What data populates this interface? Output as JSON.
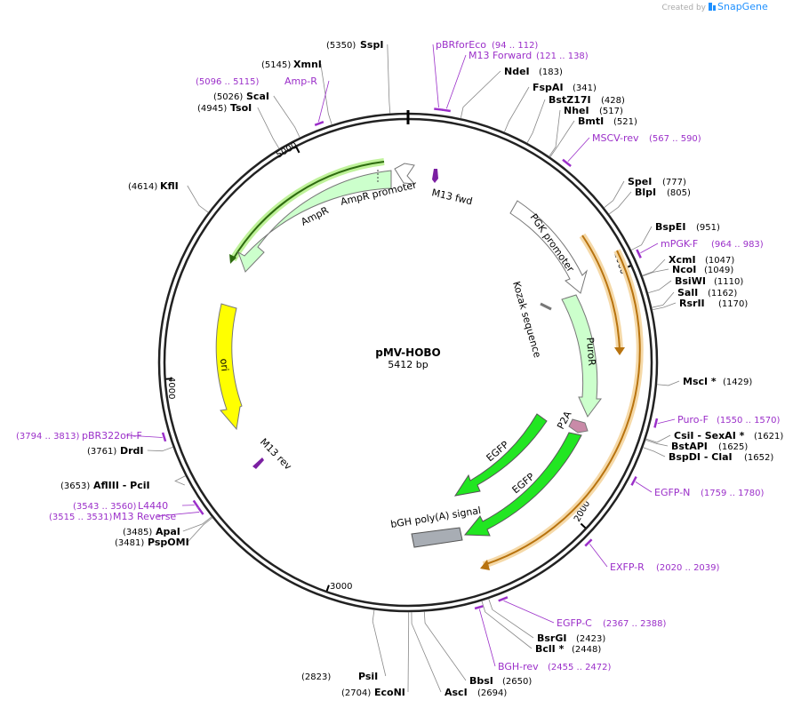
{
  "header": {
    "credit_prefix": "Created by",
    "brand": "SnapGene"
  },
  "plasmid": {
    "name": "pMV-HOBO",
    "size_label": "5412 bp",
    "length": 5412
  },
  "ticks": [
    {
      "label": "1000",
      "pos": 1000
    },
    {
      "label": "2000",
      "pos": 2000
    },
    {
      "label": "3000",
      "pos": 3000
    },
    {
      "label": "4000",
      "pos": 4000
    },
    {
      "label": "5000",
      "pos": 5000
    }
  ],
  "sites": [
    {
      "name": "SspI",
      "pos": "(5350)",
      "p": 5350
    },
    {
      "name": "XmnI",
      "pos": "(5145)",
      "p": 5145
    },
    {
      "name": "ScaI",
      "pos": "(5026)",
      "p": 5026
    },
    {
      "name": "TsoI",
      "pos": "(4945)",
      "p": 4945
    },
    {
      "name": "KflI",
      "pos": "(4614)",
      "p": 4614
    },
    {
      "name": "DrdI",
      "pos": "(3761)",
      "p": 3761
    },
    {
      "name": "AflIII  - PciI",
      "pos": "(3653)",
      "p": 3653
    },
    {
      "name": "ApaI",
      "pos": "(3485)",
      "p": 3485
    },
    {
      "name": "PspOMI",
      "pos": "(3481)",
      "p": 3481
    },
    {
      "name": "PsiI",
      "pos": "(2823)",
      "p": 2823
    },
    {
      "name": "EcoNI",
      "pos": "(2704)",
      "p": 2704
    },
    {
      "name": "AscI",
      "pos": "(2694)",
      "p": 2694
    },
    {
      "name": "BbsI",
      "pos": "(2650)",
      "p": 2650
    },
    {
      "name": "BclI *",
      "pos": "(2448)",
      "p": 2448
    },
    {
      "name": "BsrGI",
      "pos": "(2423)",
      "p": 2423
    },
    {
      "name": "BspDI  - ClaI",
      "pos": "(1652)",
      "p": 1652
    },
    {
      "name": "BstAPI",
      "pos": "(1625)",
      "p": 1625
    },
    {
      "name": "CsiI  - SexAI *",
      "pos": "(1621)",
      "p": 1621
    },
    {
      "name": "MscI *",
      "pos": "(1429)",
      "p": 1429
    },
    {
      "name": "RsrII",
      "pos": "(1170)",
      "p": 1170
    },
    {
      "name": "SalI",
      "pos": "(1162)",
      "p": 1162
    },
    {
      "name": "BsiWI",
      "pos": "(1110)",
      "p": 1110
    },
    {
      "name": "NcoI",
      "pos": "(1049)",
      "p": 1049
    },
    {
      "name": "XcmI",
      "pos": "(1047)",
      "p": 1047
    },
    {
      "name": "BspEI",
      "pos": "(951)",
      "p": 951
    },
    {
      "name": "BlpI",
      "pos": "(805)",
      "p": 805
    },
    {
      "name": "SpeI",
      "pos": "(777)",
      "p": 777
    },
    {
      "name": "BmtI",
      "pos": "(521)",
      "p": 521
    },
    {
      "name": "NheI",
      "pos": "(517)",
      "p": 517
    },
    {
      "name": "BstZ17I",
      "pos": "(428)",
      "p": 428
    },
    {
      "name": "FspAI",
      "pos": "(341)",
      "p": 341
    },
    {
      "name": "NdeI",
      "pos": "(183)",
      "p": 183
    }
  ],
  "primers": [
    {
      "name": "pBRforEco",
      "range": "(94 .. 112)",
      "s": 94,
      "e": 112
    },
    {
      "name": "M13 Forward",
      "range": "(121 .. 138)",
      "s": 121,
      "e": 138
    },
    {
      "name": "Amp-R",
      "range": "(5096 .. 5115)",
      "s": 5096,
      "e": 5115
    },
    {
      "name": "MSCV-rev",
      "range": "(567 .. 590)",
      "s": 567,
      "e": 590
    },
    {
      "name": "mPGK-F",
      "range": "(964 .. 983)",
      "s": 964,
      "e": 983
    },
    {
      "name": "Puro-F",
      "range": "(1550 .. 1570)",
      "s": 1550,
      "e": 1570
    },
    {
      "name": "EGFP-N",
      "range": "(1759 .. 1780)",
      "s": 1759,
      "e": 1780
    },
    {
      "name": "EXFP-R",
      "range": "(2020 .. 2039)",
      "s": 2020,
      "e": 2039
    },
    {
      "name": "EGFP-C",
      "range": "(2367 .. 2388)",
      "s": 2367,
      "e": 2388
    },
    {
      "name": "BGH-rev",
      "range": "(2455 .. 2472)",
      "s": 2455,
      "e": 2472
    },
    {
      "name": "pBR322ori-F",
      "range": "(3794 .. 3813)",
      "s": 3794,
      "e": 3813
    },
    {
      "name": "L4440",
      "range": "(3543 .. 3560)",
      "s": 3543,
      "e": 3560
    },
    {
      "name": "M13 Reverse",
      "range": "(3515 .. 3531)",
      "s": 3515,
      "e": 3531
    }
  ],
  "features": [
    {
      "label": "AmpR",
      "color": "#ccffcc"
    },
    {
      "label": "AmpR promoter",
      "color": "#ffffff"
    },
    {
      "label": "M13 fwd",
      "color": "#7b1fa2"
    },
    {
      "label": "PGK promoter",
      "color": "#ffffff"
    },
    {
      "label": "Kozak sequence",
      "color": "#777777"
    },
    {
      "label": "PuroR",
      "color": "#ccffcc"
    },
    {
      "label": "P2A",
      "color": "#c98aa8"
    },
    {
      "label": "EGFP",
      "color": "#22e622"
    },
    {
      "label": "EGFP",
      "color": "#22e622"
    },
    {
      "label": "bGH poly(A) signal",
      "color": "#a8adb4"
    },
    {
      "label": "ori",
      "color": "#ffff00"
    },
    {
      "label": "M13 rev",
      "color": "#7b1fa2"
    }
  ],
  "colors": {
    "primer": "#9b2fc9",
    "backbone": "#222222",
    "orf_orange": "#f5a623",
    "orf_green": "#2e7d1a"
  }
}
